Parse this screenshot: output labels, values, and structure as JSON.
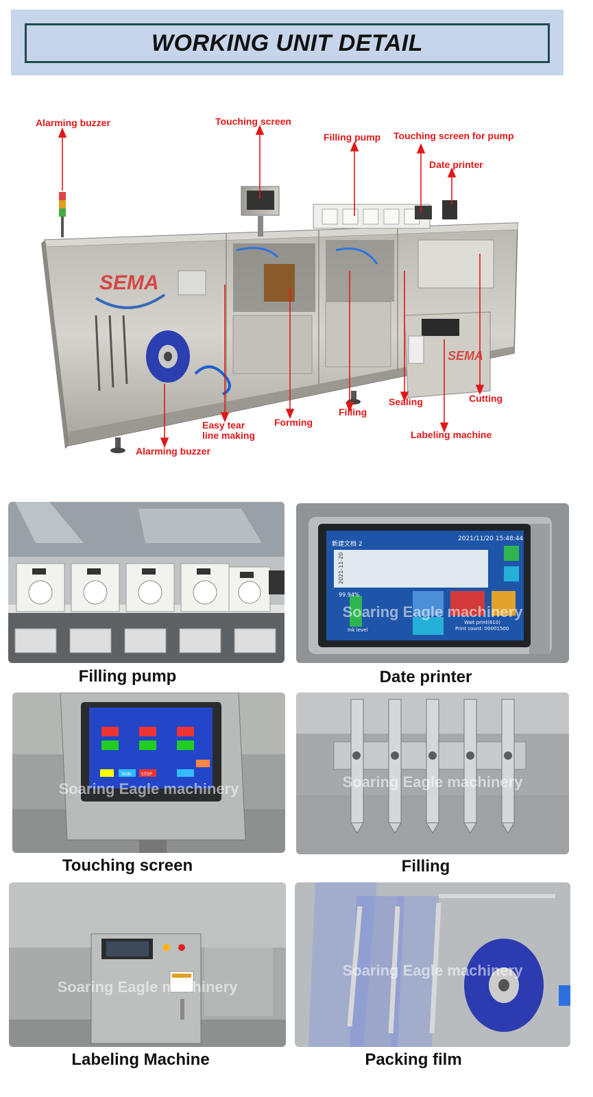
{
  "header": {
    "title": "WORKING UNIT DETAIL"
  },
  "diagram": {
    "brand": "SEMA",
    "callouts": {
      "alarming_buzzer_top": "Alarming buzzer",
      "touching_screen": "Touching screen",
      "filling_pump": "Filling pump",
      "touching_screen_pump": "Touching screen for pump",
      "date_printer": "Date printer",
      "easy_tear": "Easy tear\nline making",
      "forming": "Forming",
      "filling": "Filling",
      "sealing": "Sealing",
      "cutting": "Cutting",
      "labeling_machine": "Labeling machine",
      "alarming_buzzer_bottom": "Alarming buzzer"
    },
    "colors": {
      "callout": "#e01818",
      "header_band": "#c6d5ea",
      "header_border": "#1f4a4f"
    }
  },
  "photos": {
    "watermark": "Soaring Eagle machinery",
    "items": [
      {
        "caption": "Filling pump"
      },
      {
        "caption": "Date printer"
      },
      {
        "caption": "Touching screen"
      },
      {
        "caption": "Filling"
      },
      {
        "caption": "Labeling Machine"
      },
      {
        "caption": "Packing film"
      }
    ],
    "date_printer_screen": {
      "doc": "新建文档 2",
      "datetime": "2021/11/20  15:48:44",
      "ink_percent": "99.94%",
      "ink_label": "Ink level",
      "wait_print": "Wait print(610)",
      "print_count": "Print count: 00001500",
      "vertical_date": "2021-11-20"
    },
    "touch_screen_buttons": [
      "RUN",
      "STOP"
    ]
  }
}
